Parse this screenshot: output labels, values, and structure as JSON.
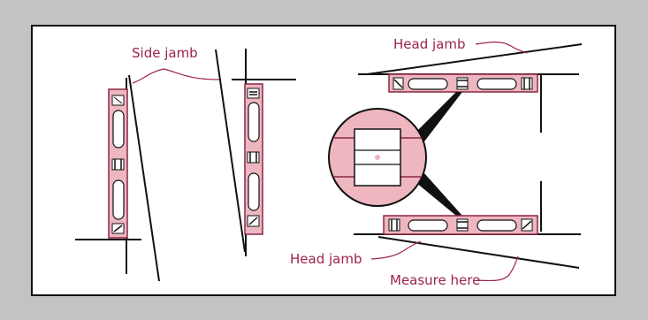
{
  "labels": {
    "side_jamb": "Side jamb",
    "head_jamb_top": "Head jamb",
    "head_jamb_bottom": "Head jamb",
    "measure_here": "Measure here"
  },
  "colors": {
    "outer_frame": "#c3c3c3",
    "panel": "#ffffff",
    "line": "#111111",
    "level_fill": "#eeb7c0",
    "level_stroke": "#8c2644",
    "label": "#9b2349"
  }
}
